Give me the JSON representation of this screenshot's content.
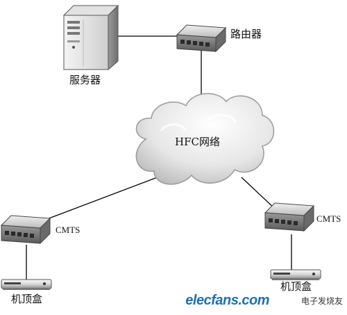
{
  "diagram": {
    "nodes": {
      "server": {
        "label": "服务器",
        "icon": "server-icon"
      },
      "router": {
        "label": "路由器",
        "icon": "router-icon"
      },
      "network": {
        "label": "HFC网络",
        "icon": "cloud-icon"
      },
      "cmts_left": {
        "label": "CMTS",
        "icon": "cmts-icon"
      },
      "cmts_right": {
        "label": "CMTS",
        "icon": "cmts-icon"
      },
      "stb_left": {
        "label": "机顶盒",
        "icon": "set-top-box-icon"
      },
      "stb_right": {
        "label": "机顶盒",
        "icon": "set-top-box-icon"
      }
    },
    "edges": [
      [
        "server",
        "router"
      ],
      [
        "router",
        "network"
      ],
      [
        "network",
        "cmts_left"
      ],
      [
        "network",
        "cmts_right"
      ],
      [
        "cmts_left",
        "stb_left"
      ],
      [
        "cmts_right",
        "stb_right"
      ]
    ]
  },
  "watermark": {
    "brand": "elecfans.com",
    "brand_cn": "电子发烧友",
    "color": "#1f6fb5"
  }
}
